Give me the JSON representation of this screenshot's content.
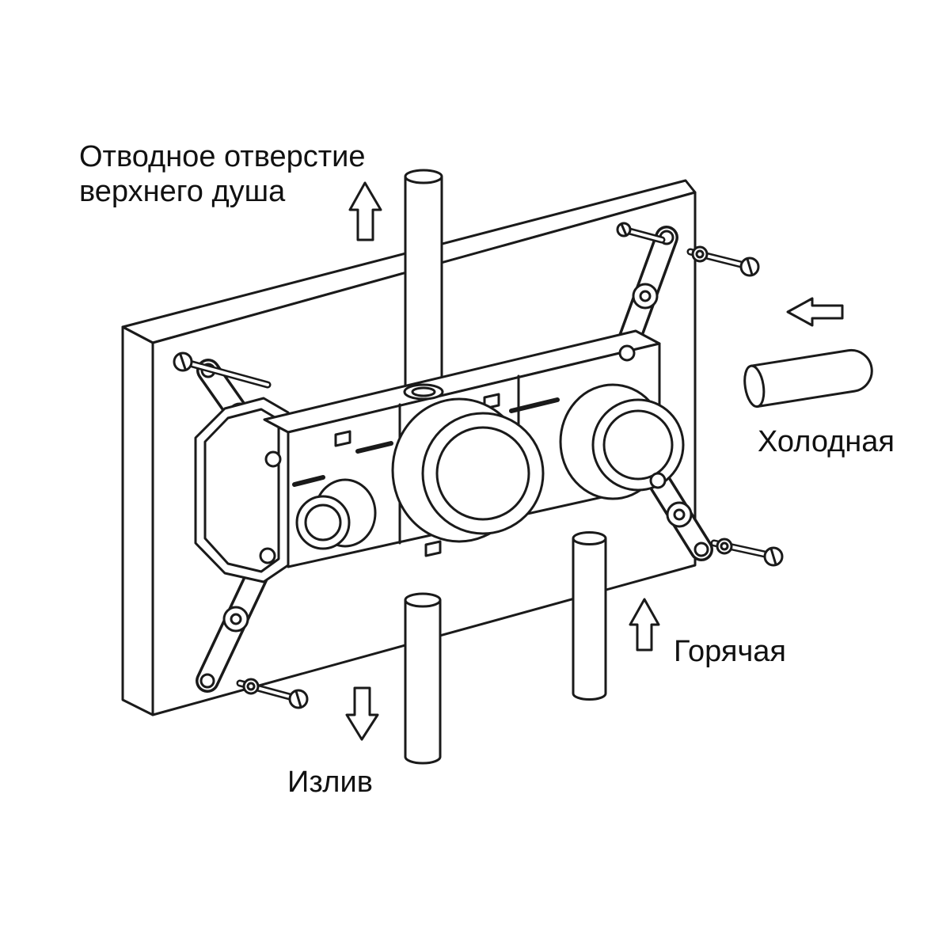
{
  "page": {
    "background": "#ffffff",
    "line_color": "#1a1a1a",
    "text_color": "#111111"
  },
  "labels": {
    "top_outlet_line1": "Отводное отверстие",
    "top_outlet_line2": "верхнего душа",
    "cold": "Холодная",
    "hot": "Горячая",
    "spout": "Излив"
  },
  "arrows": [
    {
      "name": "top-outlet-arrow",
      "direction": "up"
    },
    {
      "name": "cold-inlet-arrow",
      "direction": "left"
    },
    {
      "name": "hot-inlet-arrow",
      "direction": "up"
    },
    {
      "name": "spout-arrow",
      "direction": "down"
    }
  ],
  "diagram": {
    "type": "installation-line-drawing",
    "subject": "concealed shower mixer valve with mounting brackets, screws and water pipes"
  }
}
